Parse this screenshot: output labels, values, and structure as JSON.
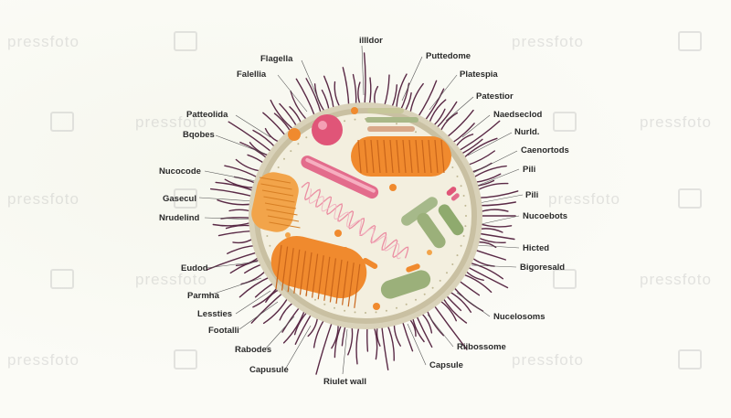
{
  "watermark": "pressfoto",
  "labels": {
    "l01": "Flagella",
    "l02": "illldor",
    "l03": "Puttedome",
    "l04": "Falellia",
    "l05": "Platespia",
    "l06": "Patestior",
    "l07": "Patteolida",
    "l08": "Naedseclod",
    "l09": "Bqobes",
    "l10": "Nurld.",
    "l11": "Caenortods",
    "l12": "Nucocode",
    "l13": "Pili",
    "l14": "Gasecul",
    "l15": "Pili",
    "l16": "Nrudelind",
    "l17": "Nucoebots",
    "l18": "Hicted",
    "l19": "Eudod",
    "l20": "Bigoresald",
    "l21": "Parmha",
    "l22": "Lessties",
    "l23": "Nucelosoms",
    "l24": "Footalli",
    "l25": "Rabodes",
    "l26": "Riibossome",
    "l27": "Capusule",
    "l28": "Capsule",
    "l29": "Riulet wall"
  },
  "colors": {
    "cytoplasm": "#f3efdf",
    "wall": "#d9d2b9",
    "pili": "#5a2a46",
    "mitochondria": "#f08a2e",
    "vesicle": "#e05578",
    "plasmid": "#e8a0a8",
    "green_organelle": "#9bb07a"
  }
}
